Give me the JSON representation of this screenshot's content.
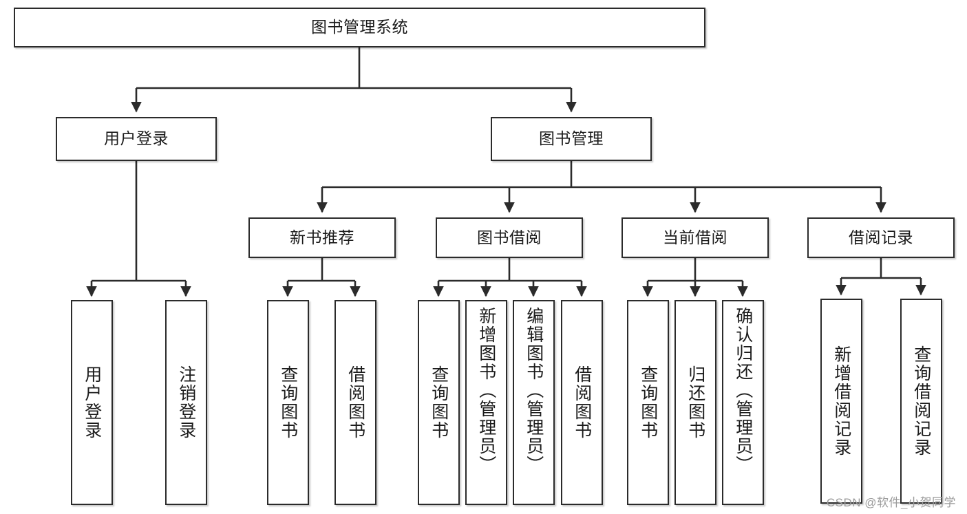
{
  "diagram": {
    "title": "图书管理系统",
    "type": "tree-hierarchy",
    "watermark": "CSDN @软件_小贺同学",
    "colors": {
      "box_border": "#2b2b2b",
      "box_fill": "#ffffff",
      "edge": "#2b2b2b",
      "text": "#1b1b1b",
      "watermark": "#9b9b9b"
    },
    "nodes": {
      "root": {
        "label": "图书管理系统"
      },
      "level2": [
        {
          "id": "user-login",
          "label": "用户登录"
        },
        {
          "id": "book-management",
          "label": "图书管理"
        }
      ],
      "level3": [
        {
          "id": "new-book-recommend",
          "label": "新书推荐"
        },
        {
          "id": "book-borrow",
          "label": "图书借阅"
        },
        {
          "id": "current-borrow",
          "label": "当前借阅"
        },
        {
          "id": "borrow-record",
          "label": "借阅记录"
        }
      ],
      "leaves": {
        "user-login": [
          {
            "id": "leaf-user-login",
            "label": "用户登录"
          },
          {
            "id": "leaf-logout-login",
            "label": "注销登录"
          }
        ],
        "new-book-recommend": [
          {
            "id": "leaf-query-book-1",
            "label": "查询图书"
          },
          {
            "id": "leaf-borrow-book-1",
            "label": "借阅图书"
          }
        ],
        "book-borrow": [
          {
            "id": "leaf-query-book-2",
            "label": "查询图书"
          },
          {
            "id": "leaf-add-book",
            "label": "新增图书（管理员）"
          },
          {
            "id": "leaf-edit-book",
            "label": "编辑图书（管理员）"
          },
          {
            "id": "leaf-borrow-book-2",
            "label": "借阅图书"
          }
        ],
        "current-borrow": [
          {
            "id": "leaf-query-book-3",
            "label": "查询图书"
          },
          {
            "id": "leaf-return-book",
            "label": "归还图书"
          },
          {
            "id": "leaf-confirm-return",
            "label": "确认归还（管理员）"
          }
        ],
        "borrow-record": [
          {
            "id": "leaf-add-record",
            "label": "新增借阅记录"
          },
          {
            "id": "leaf-query-record",
            "label": "查询借阅记录"
          }
        ]
      }
    }
  }
}
